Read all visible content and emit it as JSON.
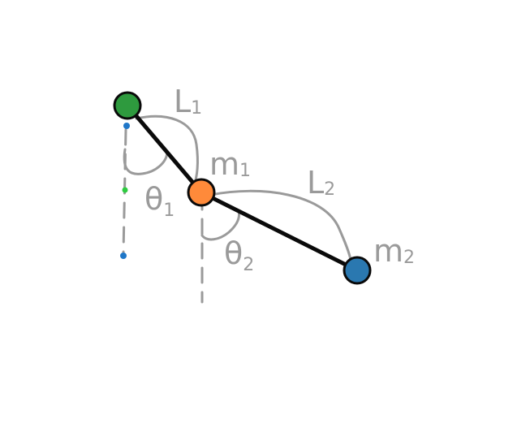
{
  "colors": {
    "ink": "#0a0a0a",
    "annotation": "#9a9a9a",
    "pivot": "#2e9a3e",
    "mass1": "#ff8a3a",
    "mass2": "#2a78b0",
    "handle_blue": "#1f77c8",
    "handle_green": "#2ecc40"
  },
  "labels": {
    "L1_main": "L",
    "L1_sub": "1",
    "L2_main": "L",
    "L2_sub": "2",
    "m1_main": "m",
    "m1_sub": "1",
    "m2_main": "m",
    "m2_sub": "2",
    "theta1_main": "θ",
    "theta1_sub": "1",
    "theta2_main": "θ",
    "theta2_sub": "2"
  }
}
